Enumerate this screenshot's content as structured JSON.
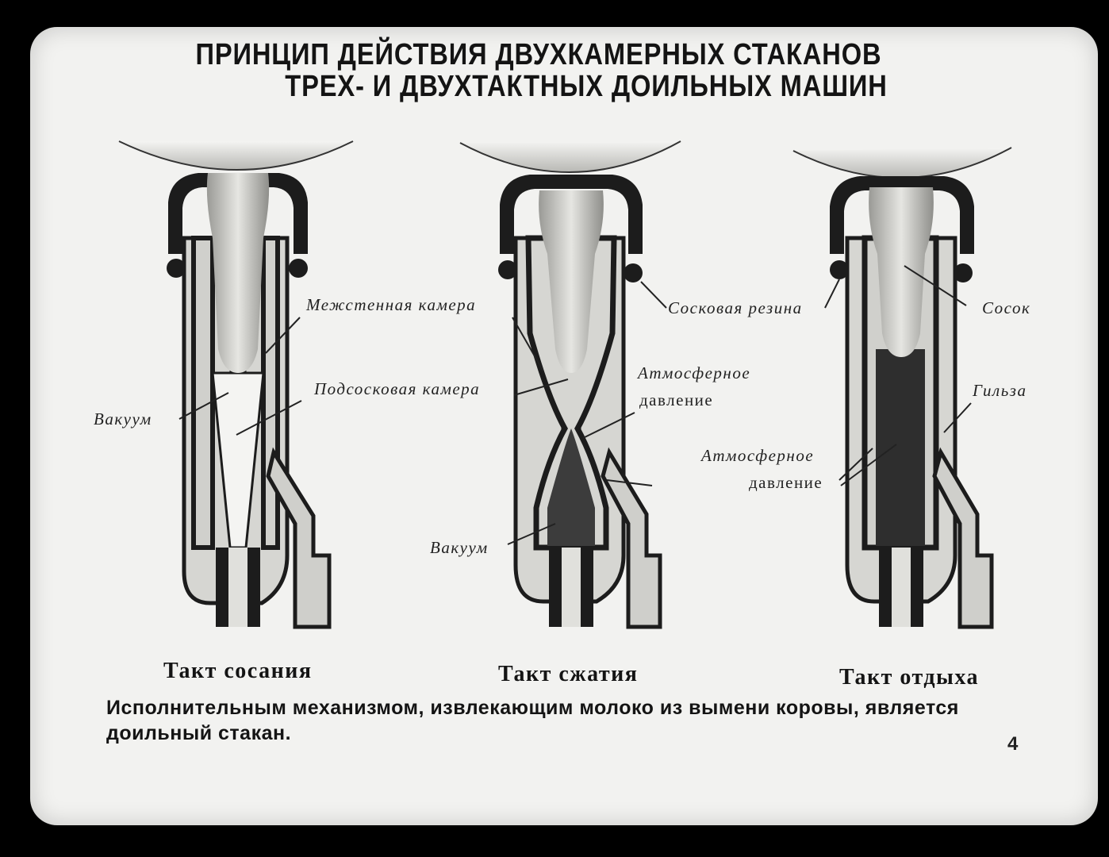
{
  "title": {
    "line1": "ПРИНЦИП ДЕЙСТВИЯ ДВУХКАМЕРНЫХ  СТАКАНОВ",
    "line2": "ТРЕХ- И ДВУХТАКТНЫХ ДОИЛЬНЫХ МАШИН"
  },
  "labels": {
    "mezhstennaya": "Межстенная камера",
    "podsoskovaya": "Подсосковая камера",
    "vakuum_left": "Вакуум",
    "sosk_rezina": "Сосковая резина",
    "atm_mid_1": "Атмосферное",
    "atm_mid_2": "давление",
    "vakuum_mid": "Вакуум",
    "sosok": "Сосок",
    "gilza": "Гильза",
    "atm_right_1": "Атмосферное",
    "atm_right_2": "давление"
  },
  "captions": {
    "sucking": "Такт сосания",
    "squeezing": "Такт сжатия",
    "rest": "Такт отдыха"
  },
  "footer": "Исполнительным механизмом, извлекающим молоко из вымени коровы, является доильный стакан.",
  "page_number": "4"
}
